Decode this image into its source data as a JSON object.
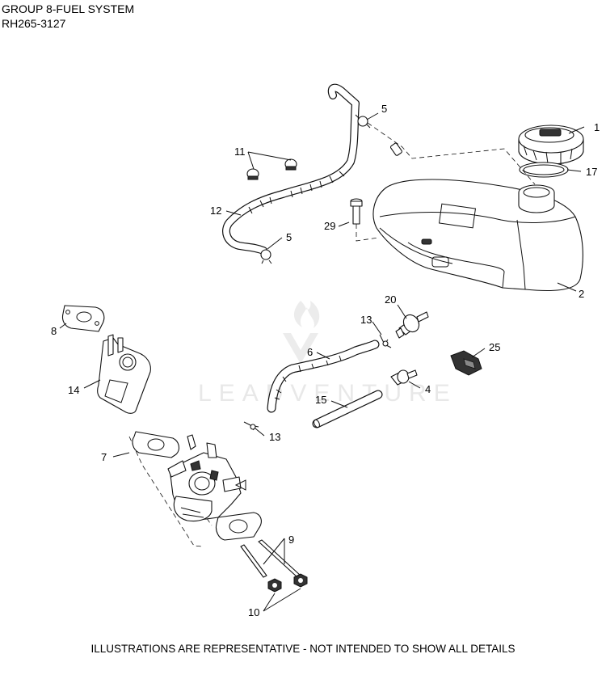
{
  "header": {
    "group_title": "GROUP 8-FUEL SYSTEM",
    "model_code": "RH265-3127"
  },
  "callouts": {
    "c1": "1",
    "c2": "2",
    "c4": "4",
    "c5a": "5",
    "c5b": "5",
    "c6": "6",
    "c7": "7",
    "c8": "8",
    "c9": "9",
    "c10": "10",
    "c11": "11",
    "c12": "12",
    "c13a": "13",
    "c13b": "13",
    "c14": "14",
    "c15": "15",
    "c17": "17",
    "c20": "20",
    "c25": "25",
    "c29": "29"
  },
  "watermark": {
    "text": "LEADVENTURE"
  },
  "footer": {
    "disclaimer": "ILLUSTRATIONS ARE REPRESENTATIVE - NOT INTENDED TO SHOW ALL DETAILS"
  }
}
